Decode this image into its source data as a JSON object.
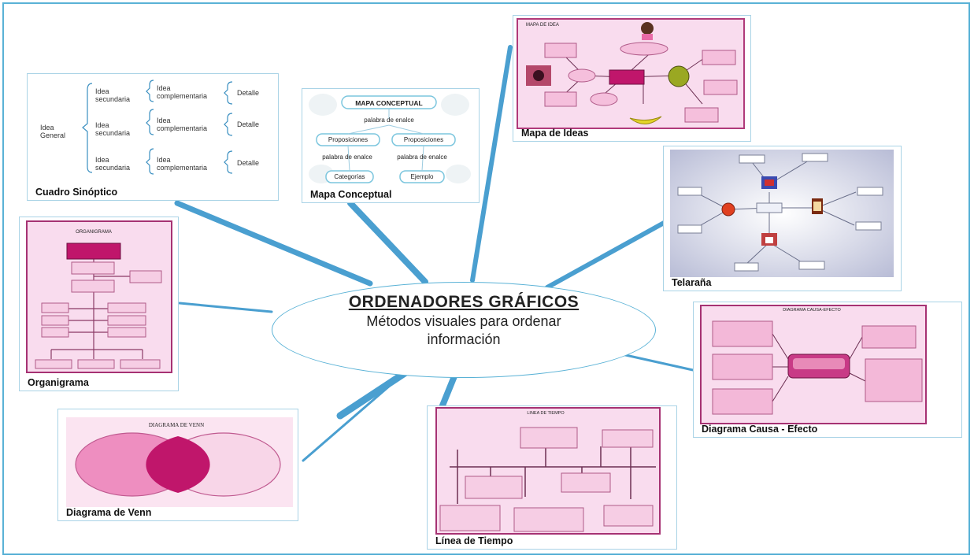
{
  "center": {
    "title": "ORDENADORES GRÁFICOS",
    "subtitle_line1": "Métodos visuales para ordenar",
    "subtitle_line2": "información"
  },
  "cards": {
    "cuadro": {
      "caption": "Cuadro Sinóptico",
      "idea_general_1": "Idea",
      "idea_general_2": "General",
      "idea_sec_1": "Idea",
      "idea_sec_2": "secundaria",
      "idea_comp_1": "Idea",
      "idea_comp_2": "complementaria",
      "detalle": "Detalle"
    },
    "mapa_conceptual": {
      "caption": "Mapa Conceptual",
      "title": "MAPA CONCEPTUAL",
      "enlace": "palabra de enalce",
      "proposiciones": "Proposiciones",
      "categorias": "Categorías",
      "ejemplo": "Ejemplo"
    },
    "mapa_ideas": {
      "caption": "Mapa de Ideas",
      "title": "MAPA DE IDEA"
    },
    "telarana": {
      "caption": "Telaraña"
    },
    "organigrama": {
      "caption": "Organigrama",
      "title": "ORGANIGRAMA"
    },
    "causa_efecto": {
      "caption": "Diagrama Causa - Efecto",
      "title": "DIAGRAMA CAUSA-EFECTO"
    },
    "venn": {
      "caption": "Diagrama de Venn",
      "title": "DIAGRAMA DE VENN"
    },
    "linea": {
      "caption": "Línea de Tiempo",
      "title": "LINEA DE TIEMPO"
    }
  },
  "colors": {
    "frame": "#5ab2d6",
    "connector": "#4a9fd0",
    "pink_fill": "#f9dcee",
    "pink_box": "#f6cde4",
    "magenta": "#c0166b"
  }
}
